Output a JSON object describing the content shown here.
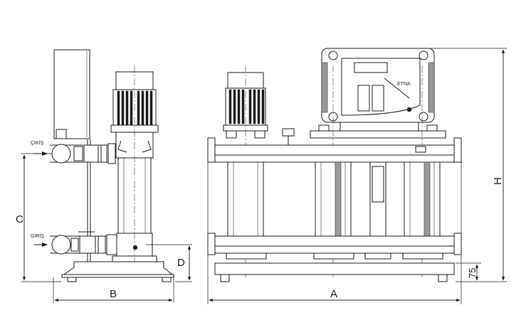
{
  "labels": {
    "outlet": "ÇIKIŞ",
    "inlet": "GİRİŞ",
    "brand": "ETNA"
  },
  "dimensions": {
    "A": "A",
    "B": "B",
    "C": "C",
    "D": "D",
    "H": "H",
    "base_height": "75"
  }
}
